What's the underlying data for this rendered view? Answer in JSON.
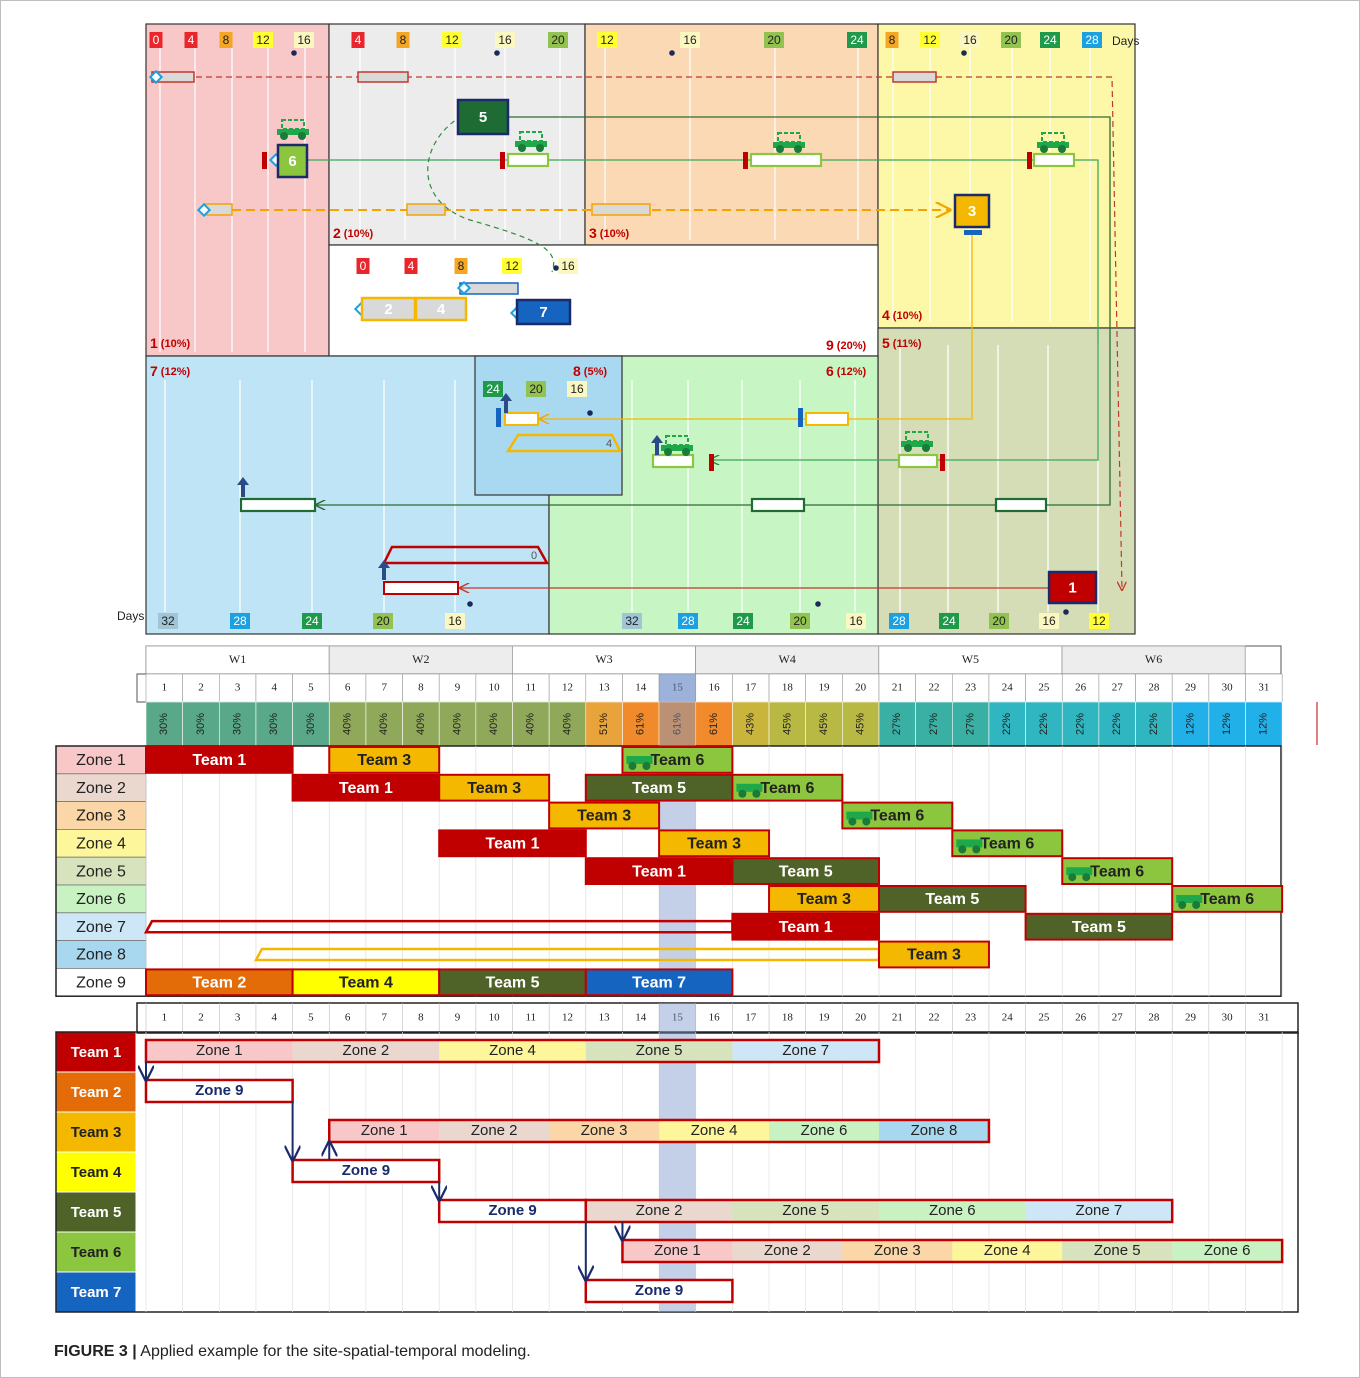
{
  "caption": {
    "label": "FIGURE 3 |",
    "text": "Applied example for the site-spatial-temporal modeling."
  },
  "site": {
    "days_label": "Days",
    "zones": [
      {
        "id": "1",
        "label": "1",
        "pct": "(10%)"
      },
      {
        "id": "2",
        "label": "2",
        "pct": "(10%)"
      },
      {
        "id": "3",
        "label": "3",
        "pct": "(10%)"
      },
      {
        "id": "4",
        "label": "4",
        "pct": "(10%)"
      },
      {
        "id": "5",
        "label": "5",
        "pct": "(11%)"
      },
      {
        "id": "6",
        "label": "6",
        "pct": "(12%)"
      },
      {
        "id": "7",
        "label": "7",
        "pct": "(12%)"
      },
      {
        "id": "8",
        "label": "8",
        "pct": "(5%)"
      },
      {
        "id": "9",
        "label": "9",
        "pct": "(20%)"
      }
    ],
    "top_day_badges": [
      {
        "t": "0",
        "c": "#e8262b"
      },
      {
        "t": "4",
        "c": "#e8262b"
      },
      {
        "t": "8",
        "c": "#f5a623"
      },
      {
        "t": "12",
        "c": "#ffff33"
      },
      {
        "t": "16",
        "c": "#fbf7c0"
      },
      {
        "t": "4",
        "c": "#e8262b"
      },
      {
        "t": "8",
        "c": "#f5a623"
      },
      {
        "t": "12",
        "c": "#ffff33"
      },
      {
        "t": "16",
        "c": "#fbf7c0"
      },
      {
        "t": "20",
        "c": "#92c24f"
      },
      {
        "t": "12",
        "c": "#ffff33"
      },
      {
        "t": "16",
        "c": "#fbf7c0"
      },
      {
        "t": "20",
        "c": "#92c24f"
      },
      {
        "t": "24",
        "c": "#1e9a4a"
      },
      {
        "t": "8",
        "c": "#f5a623"
      },
      {
        "t": "12",
        "c": "#ffff33"
      },
      {
        "t": "16",
        "c": "#fbf7c0"
      },
      {
        "t": "20",
        "c": "#92c24f"
      },
      {
        "t": "24",
        "c": "#1e9a4a"
      },
      {
        "t": "28",
        "c": "#1ba1e2"
      }
    ],
    "zone9_badges": [
      {
        "t": "0",
        "c": "#e8262b"
      },
      {
        "t": "4",
        "c": "#e8262b"
      },
      {
        "t": "8",
        "c": "#f5a623"
      },
      {
        "t": "12",
        "c": "#ffff33"
      },
      {
        "t": "16",
        "c": "#fbf7c0"
      }
    ],
    "zone8_badges": [
      {
        "t": "24",
        "c": "#1e9a4a"
      },
      {
        "t": "20",
        "c": "#92c24f"
      },
      {
        "t": "16",
        "c": "#fbf7c0"
      }
    ],
    "bottom_day_badges": [
      {
        "t": "32",
        "c": "#9fc5d6"
      },
      {
        "t": "28",
        "c": "#1ba1e2"
      },
      {
        "t": "24",
        "c": "#1e9a4a"
      },
      {
        "t": "20",
        "c": "#92c24f"
      },
      {
        "t": "16",
        "c": "#fbf7c0"
      },
      {
        "t": "32",
        "c": "#9fc5d6"
      },
      {
        "t": "28",
        "c": "#1ba1e2"
      },
      {
        "t": "24",
        "c": "#1e9a4a"
      },
      {
        "t": "20",
        "c": "#92c24f"
      },
      {
        "t": "16",
        "c": "#fbf7c0"
      },
      {
        "t": "28",
        "c": "#1ba1e2"
      },
      {
        "t": "24",
        "c": "#1e9a4a"
      },
      {
        "t": "20",
        "c": "#92c24f"
      },
      {
        "t": "16",
        "c": "#fbf7c0"
      },
      {
        "t": "12",
        "c": "#ffff33"
      }
    ],
    "team_boxes": [
      {
        "id": "1",
        "label": "1",
        "fill": "#c00000"
      },
      {
        "id": "3",
        "label": "3",
        "fill": "#f5b800"
      },
      {
        "id": "5",
        "label": "5",
        "fill": "#1e6b34"
      },
      {
        "id": "6",
        "label": "6",
        "fill": "#8cc63f"
      },
      {
        "id": "7",
        "label": "7",
        "fill": "#1565c0"
      },
      {
        "id": "2",
        "label": "2",
        "fill": "#d9d9d9"
      },
      {
        "id": "4",
        "label": "4",
        "fill": "#d9d9d9"
      }
    ],
    "footprint_labels": [
      "4",
      "0"
    ]
  },
  "gantt_zones": {
    "weeks": [
      "W1",
      "W2",
      "W3",
      "W4",
      "W5",
      "W6"
    ],
    "days": [
      "1",
      "2",
      "3",
      "4",
      "5",
      "6",
      "7",
      "8",
      "9",
      "10",
      "11",
      "12",
      "13",
      "14",
      "15",
      "16",
      "17",
      "18",
      "19",
      "20",
      "21",
      "22",
      "23",
      "24",
      "25",
      "26",
      "27",
      "28",
      "29",
      "30",
      "31"
    ],
    "workload": [
      "30%",
      "30%",
      "30%",
      "30%",
      "30%",
      "40%",
      "40%",
      "40%",
      "40%",
      "40%",
      "40%",
      "40%",
      "51%",
      "61%",
      "61%",
      "61%",
      "43%",
      "45%",
      "45%",
      "45%",
      "27%",
      "27%",
      "27%",
      "22%",
      "22%",
      "22%",
      "22%",
      "22%",
      "12%",
      "12%",
      "12%"
    ],
    "workload_colors": [
      "#5aa88a",
      "#5aa88a",
      "#5aa88a",
      "#5aa88a",
      "#5aa88a",
      "#8fa85a",
      "#8fa85a",
      "#8fa85a",
      "#8fa85a",
      "#8fa85a",
      "#8fa85a",
      "#8fa85a",
      "#e8a33a",
      "#f08a2a",
      "#f08a2a",
      "#f08a2a",
      "#c9b53c",
      "#b8b845",
      "#b8b845",
      "#b8b845",
      "#3ab0a5",
      "#3ab0a5",
      "#3ab0a5",
      "#2fb6c0",
      "#2fb6c0",
      "#2fb6c0",
      "#2fb6c0",
      "#2fb6c0",
      "#22b0e8",
      "#22b0e8",
      "#22b0e8"
    ],
    "highlight_day": "15",
    "zones": [
      {
        "name": "Zone 1",
        "color": "#f8c8c8"
      },
      {
        "name": "Zone 2",
        "color": "#ead8cf"
      },
      {
        "name": "Zone 3",
        "color": "#fbd6a6"
      },
      {
        "name": "Zone 4",
        "color": "#fdf69a"
      },
      {
        "name": "Zone 5",
        "color": "#d7e3bc"
      },
      {
        "name": "Zone 6",
        "color": "#c8f2c2"
      },
      {
        "name": "Zone 7",
        "color": "#cde7f6"
      },
      {
        "name": "Zone 8",
        "color": "#a8d8ef"
      },
      {
        "name": "Zone 9",
        "color": "#ffffff"
      }
    ],
    "bars": [
      {
        "row": 0,
        "start": 1,
        "end": 4,
        "label": "Team 1",
        "fill": "#c00000",
        "text": "#ffffff"
      },
      {
        "row": 0,
        "start": 6,
        "end": 8,
        "label": "Team 3",
        "fill": "#f5b800",
        "text": "#222222",
        "border": "#c00000"
      },
      {
        "row": 0,
        "start": 14,
        "end": 16,
        "label": "Team 6",
        "fill": "#8cc63f",
        "text": "#222222",
        "border": "#c00000",
        "icon": true
      },
      {
        "row": 1,
        "start": 5,
        "end": 8,
        "label": "Team 1",
        "fill": "#c00000",
        "text": "#ffffff"
      },
      {
        "row": 1,
        "start": 9,
        "end": 11,
        "label": "Team 3",
        "fill": "#f5b800",
        "text": "#222222",
        "border": "#c00000"
      },
      {
        "row": 1,
        "start": 13,
        "end": 16,
        "label": "Team 5",
        "fill": "#4f6228",
        "text": "#ffffff",
        "border": "#c00000"
      },
      {
        "row": 1,
        "start": 17,
        "end": 19,
        "label": "Team 6",
        "fill": "#8cc63f",
        "text": "#222222",
        "border": "#c00000",
        "icon": true
      },
      {
        "row": 2,
        "start": 12,
        "end": 14,
        "label": "Team 3",
        "fill": "#f5b800",
        "text": "#222222",
        "border": "#c00000"
      },
      {
        "row": 2,
        "start": 20,
        "end": 22,
        "label": "Team 6",
        "fill": "#8cc63f",
        "text": "#222222",
        "border": "#c00000",
        "icon": true
      },
      {
        "row": 3,
        "start": 9,
        "end": 12,
        "label": "Team 1",
        "fill": "#c00000",
        "text": "#ffffff"
      },
      {
        "row": 3,
        "start": 15,
        "end": 17,
        "label": "Team 3",
        "fill": "#f5b800",
        "text": "#222222",
        "border": "#c00000"
      },
      {
        "row": 3,
        "start": 23,
        "end": 25,
        "label": "Team 6",
        "fill": "#8cc63f",
        "text": "#222222",
        "border": "#c00000",
        "icon": true
      },
      {
        "row": 4,
        "start": 13,
        "end": 16,
        "label": "Team 1",
        "fill": "#c00000",
        "text": "#ffffff"
      },
      {
        "row": 4,
        "start": 17,
        "end": 20,
        "label": "Team 5",
        "fill": "#4f6228",
        "text": "#ffffff",
        "border": "#c00000"
      },
      {
        "row": 4,
        "start": 26,
        "end": 28,
        "label": "Team 6",
        "fill": "#8cc63f",
        "text": "#222222",
        "border": "#c00000",
        "icon": true
      },
      {
        "row": 5,
        "start": 18,
        "end": 20,
        "label": "Team 3",
        "fill": "#f5b800",
        "text": "#222222",
        "border": "#c00000"
      },
      {
        "row": 5,
        "start": 21,
        "end": 24,
        "label": "Team 5",
        "fill": "#4f6228",
        "text": "#ffffff",
        "border": "#c00000"
      },
      {
        "row": 5,
        "start": 29,
        "end": 31,
        "label": "Team 6",
        "fill": "#8cc63f",
        "text": "#222222",
        "border": "#c00000",
        "icon": true
      },
      {
        "row": 6,
        "start": 17,
        "end": 20,
        "label": "Team 1",
        "fill": "#c00000",
        "text": "#ffffff"
      },
      {
        "row": 6,
        "start": 25,
        "end": 28,
        "label": "Team 5",
        "fill": "#4f6228",
        "text": "#ffffff",
        "border": "#c00000"
      },
      {
        "row": 7,
        "start": 21,
        "end": 23,
        "label": "Team 3",
        "fill": "#f5b800",
        "text": "#222222",
        "border": "#c00000"
      },
      {
        "row": 8,
        "start": 1,
        "end": 4,
        "label": "Team 2",
        "fill": "#e36c09",
        "text": "#ffffff",
        "border": "#c00000"
      },
      {
        "row": 8,
        "start": 5,
        "end": 8,
        "label": "Team 4",
        "fill": "#ffff00",
        "text": "#222222",
        "border": "#c00000"
      },
      {
        "row": 8,
        "start": 9,
        "end": 12,
        "label": "Team 5",
        "fill": "#4f6228",
        "text": "#ffffff",
        "border": "#c00000"
      },
      {
        "row": 8,
        "start": 13,
        "end": 16,
        "label": "Team 7",
        "fill": "#1565c0",
        "text": "#ffffff",
        "border": "#c00000"
      }
    ],
    "hollow_bars": [
      {
        "row": 6,
        "start": 1,
        "end": 16,
        "stroke": "#c00000"
      },
      {
        "row": 7,
        "start": 4,
        "end": 20,
        "stroke": "#f5b800"
      }
    ]
  },
  "gantt_teams": {
    "teams": [
      {
        "name": "Team 1",
        "color": "#c00000",
        "text": "#ffffff"
      },
      {
        "name": "Team 2",
        "color": "#e36c09",
        "text": "#ffffff"
      },
      {
        "name": "Team 3",
        "color": "#f5b800",
        "text": "#222222"
      },
      {
        "name": "Team 4",
        "color": "#ffff00",
        "text": "#222222"
      },
      {
        "name": "Team 5",
        "color": "#4f6228",
        "text": "#ffffff"
      },
      {
        "name": "Team 6",
        "color": "#8cc63f",
        "text": "#222222"
      },
      {
        "name": "Team 7",
        "color": "#1565c0",
        "text": "#ffffff"
      }
    ],
    "segments": [
      {
        "row": 0,
        "start": 1,
        "end": 4,
        "label": "Zone 1",
        "zone": 0
      },
      {
        "row": 0,
        "start": 5,
        "end": 8,
        "label": "Zone 2",
        "zone": 1
      },
      {
        "row": 0,
        "start": 9,
        "end": 12,
        "label": "Zone 4",
        "zone": 3
      },
      {
        "row": 0,
        "start": 13,
        "end": 16,
        "label": "Zone 5",
        "zone": 4
      },
      {
        "row": 0,
        "start": 17,
        "end": 20,
        "label": "Zone 7",
        "zone": 6
      },
      {
        "row": 1,
        "start": 1,
        "end": 4,
        "label": "Zone 9",
        "zone": 8,
        "bold": true
      },
      {
        "row": 2,
        "start": 6,
        "end": 8,
        "label": "Zone 1",
        "zone": 0
      },
      {
        "row": 2,
        "start": 9,
        "end": 11,
        "label": "Zone 2",
        "zone": 1
      },
      {
        "row": 2,
        "start": 12,
        "end": 14,
        "label": "Zone 3",
        "zone": 2
      },
      {
        "row": 2,
        "start": 15,
        "end": 17,
        "label": "Zone 4",
        "zone": 3
      },
      {
        "row": 2,
        "start": 18,
        "end": 20,
        "label": "Zone 6",
        "zone": 5
      },
      {
        "row": 2,
        "start": 21,
        "end": 23,
        "label": "Zone 8",
        "zone": 7
      },
      {
        "row": 3,
        "start": 5,
        "end": 8,
        "label": "Zone 9",
        "zone": 8,
        "bold": true
      },
      {
        "row": 4,
        "start": 9,
        "end": 12,
        "label": "Zone 9",
        "zone": 8,
        "bold": true
      },
      {
        "row": 4,
        "start": 13,
        "end": 16,
        "label": "Zone 2",
        "zone": 1
      },
      {
        "row": 4,
        "start": 17,
        "end": 20,
        "label": "Zone 5",
        "zone": 4
      },
      {
        "row": 4,
        "start": 21,
        "end": 24,
        "label": "Zone 6",
        "zone": 5
      },
      {
        "row": 4,
        "start": 25,
        "end": 28,
        "label": "Zone 7",
        "zone": 6
      },
      {
        "row": 5,
        "start": 14,
        "end": 16,
        "label": "Zone 1",
        "zone": 0
      },
      {
        "row": 5,
        "start": 17,
        "end": 19,
        "label": "Zone 2",
        "zone": 1
      },
      {
        "row": 5,
        "start": 20,
        "end": 22,
        "label": "Zone 3",
        "zone": 2
      },
      {
        "row": 5,
        "start": 23,
        "end": 25,
        "label": "Zone 4",
        "zone": 3
      },
      {
        "row": 5,
        "start": 26,
        "end": 28,
        "label": "Zone 5",
        "zone": 4
      },
      {
        "row": 5,
        "start": 29,
        "end": 31,
        "label": "Zone 6",
        "zone": 5
      },
      {
        "row": 6,
        "start": 13,
        "end": 16,
        "label": "Zone 9",
        "zone": 8,
        "bold": true
      }
    ],
    "links": [
      {
        "from_row": 0,
        "to_row": 1,
        "day": 1
      },
      {
        "from_row": 1,
        "to_row": 3,
        "day": 5
      },
      {
        "from_row": 3,
        "to_row": 2,
        "day": 6
      },
      {
        "from_row": 3,
        "to_row": 4,
        "day": 9
      },
      {
        "from_row": 4,
        "to_row": 6,
        "day": 13
      },
      {
        "from_row": 4,
        "to_row": 5,
        "day": 14
      }
    ]
  }
}
